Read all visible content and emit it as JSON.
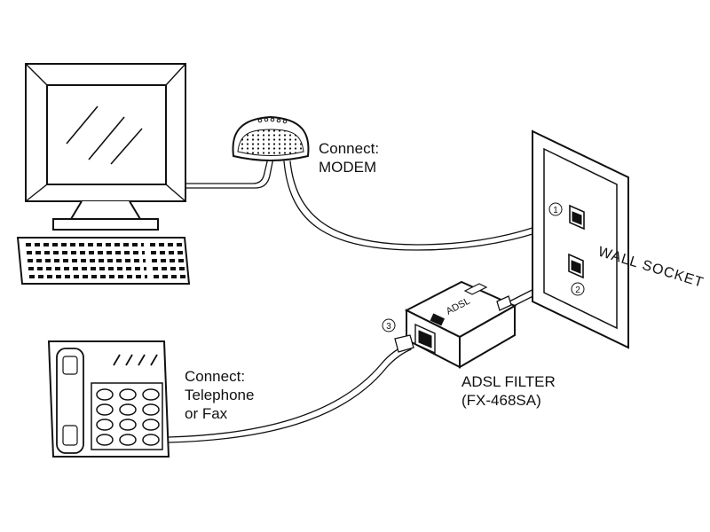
{
  "labels": {
    "modem": [
      "Connect:",
      "MODEM"
    ],
    "telephone": [
      "Connect:",
      "Telephone",
      "or Fax"
    ],
    "filter": [
      "ADSL FILTER",
      "(FX-468SA)"
    ],
    "wall_socket": "WALL SOCKET",
    "filter_body_text": "ADSL",
    "port_markers": [
      "①",
      "②",
      "③"
    ]
  },
  "colors": {
    "line": "#111111",
    "background": "#ffffff"
  },
  "icons": [
    "computer-monitor-icon",
    "keyboard-icon",
    "modem-icon",
    "telephone-icon",
    "adsl-filter-icon",
    "wall-socket-icon"
  ]
}
